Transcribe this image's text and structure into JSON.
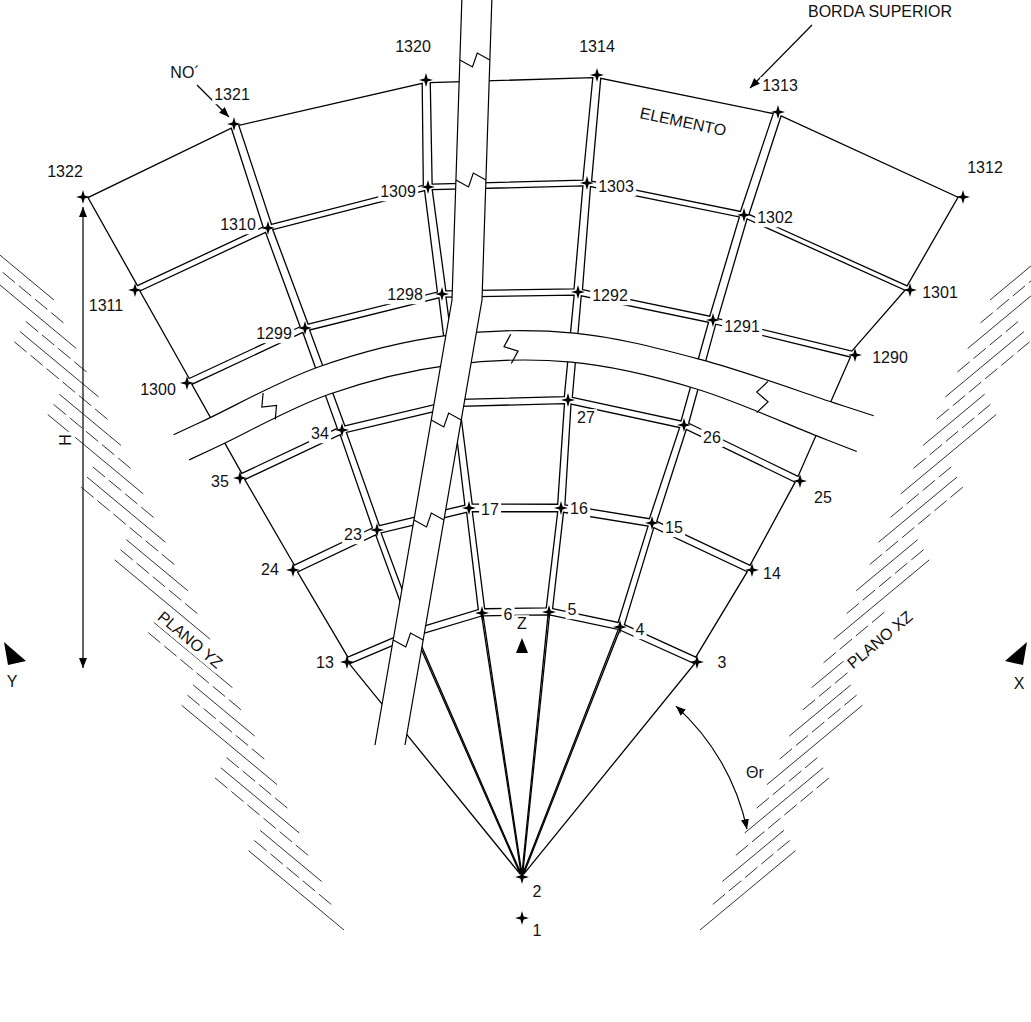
{
  "diagram": {
    "labels": [
      "BORDA SUPERIOR",
      "NO´",
      "1320",
      "1314",
      "1313",
      "1321",
      "1322",
      "1312",
      "ELEMENTO",
      "1309",
      "1303",
      "1302",
      "1310",
      "1311",
      "1301",
      "1298",
      "1292",
      "1291",
      "1299",
      "1300",
      "1290",
      "27",
      "26",
      "34",
      "35",
      "25",
      "17",
      "16",
      "15",
      "23",
      "24",
      "14",
      "6",
      "5",
      "4",
      "13",
      "3",
      "H",
      "Z",
      "Y",
      "X",
      "PLANO YZ",
      "PLANO XZ",
      "Θr",
      "2",
      "1"
    ]
  }
}
